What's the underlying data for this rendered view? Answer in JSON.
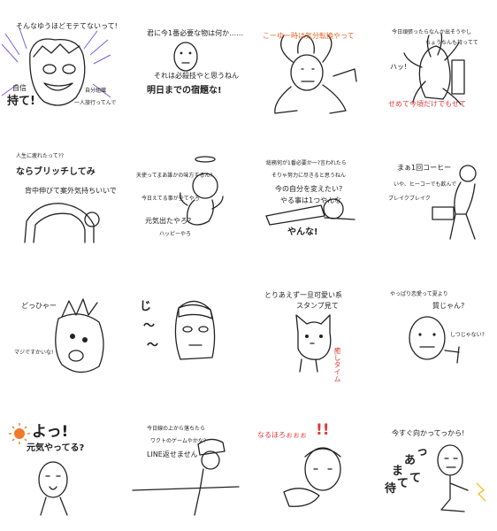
{
  "stickers": [
    {
      "lines": [
        "そんなゆうほどモテてないって!",
        "自信",
        "持て!",
        "自分組織",
        "一人旅行ってんで"
      ]
    },
    {
      "lines": [
        "君に今1番必要な物は何か……",
        "それは必殺技やと思うねん",
        "明日までの宿題な!"
      ]
    },
    {
      "lines": [
        "こーゆー時は気分転換やって"
      ]
    },
    {
      "lines": [
        "今日頑張ったらなんか出そうやし",
        "ちょうちんも持ってて",
        "ハッ!",
        "せめて今頃だけでもせて"
      ]
    },
    {
      "lines": [
        "人生に疲れたって??",
        "ならブリッチしてみ",
        "背中伸びて案外気持ちいいで"
      ]
    },
    {
      "lines": [
        "天使ってまあ誰かの味方するん?",
        "今日えてる事が全てやろ",
        "元気出たやろ?",
        "ハッピーやろ"
      ]
    },
    {
      "lines": [
        "総務何が1番必要か一?言われたら",
        "そりゃ努力に尽きると思うねん",
        "今の自分を変えたい?",
        "やる事は1つやんな",
        "やんな!"
      ]
    },
    {
      "lines": [
        "まぁ1回コーヒー",
        "いや、ヒーコーでも飲んで",
        "ブレイクブレイク"
      ]
    },
    {
      "lines": [
        "どっひゃー",
        "マジですかいな!"
      ]
    },
    {
      "lines": [
        "じ",
        "〜",
        "〜"
      ]
    },
    {
      "lines": [
        "とりあえず一旦可愛い系",
        "スタンプ見て",
        "癒しタイム"
      ]
    },
    {
      "lines": [
        "やっぱり恋愛って夏より",
        "質じゃん?",
        "しつじゃない?"
      ]
    },
    {
      "lines": [
        "よっ!",
        "元気やってる?"
      ]
    },
    {
      "lines": [
        "今日線の上から落ちたら",
        "ワクトのゲームやかな?",
        "LINE返せません"
      ]
    },
    {
      "lines": [
        "なるほろぉぉぉ",
        "!!"
      ]
    },
    {
      "lines": [
        "今すぐ向かってっから!",
        "ま",
        "あ",
        "っ",
        "待",
        "て",
        "て"
      ]
    }
  ],
  "colors": {
    "ink": "#222222",
    "accent": "#e8642a",
    "red": "#e03b3b",
    "purple": "#7a5ce0",
    "sun": "#f07a2a"
  }
}
